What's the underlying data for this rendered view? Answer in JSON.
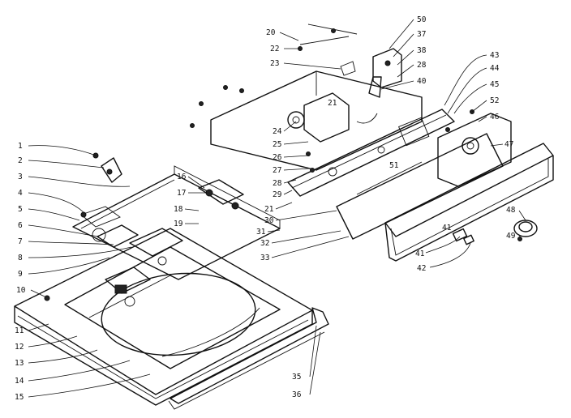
{
  "callouts": {
    "c1": "1",
    "c2": "2",
    "c3": "3",
    "c4": "4",
    "c5": "5",
    "c6": "6",
    "c7": "7",
    "c8": "8",
    "c9": "9",
    "c10": "10",
    "c11": "11",
    "c12": "12",
    "c13": "13",
    "c14": "14",
    "c15": "15",
    "c16": "16",
    "c17": "17",
    "c18": "18",
    "c19": "19",
    "c20": "20",
    "c21": "21",
    "c21b": "21",
    "c22": "22",
    "c23": "23",
    "c24": "24",
    "c25": "25",
    "c26": "26",
    "c27": "27",
    "c28": "28",
    "c28b": "28",
    "c29": "29",
    "c30": "30",
    "c31": "31",
    "c32": "32",
    "c33": "33",
    "c35": "35",
    "c36": "36",
    "c37": "37",
    "c38": "38",
    "c40": "40",
    "c41": "41",
    "c41b": "41",
    "c42": "42",
    "c43": "43",
    "c44": "44",
    "c45": "45",
    "c46": "46",
    "c47": "47",
    "c48": "48",
    "c49": "49",
    "c50": "50",
    "c51": "51",
    "c52": "52"
  }
}
